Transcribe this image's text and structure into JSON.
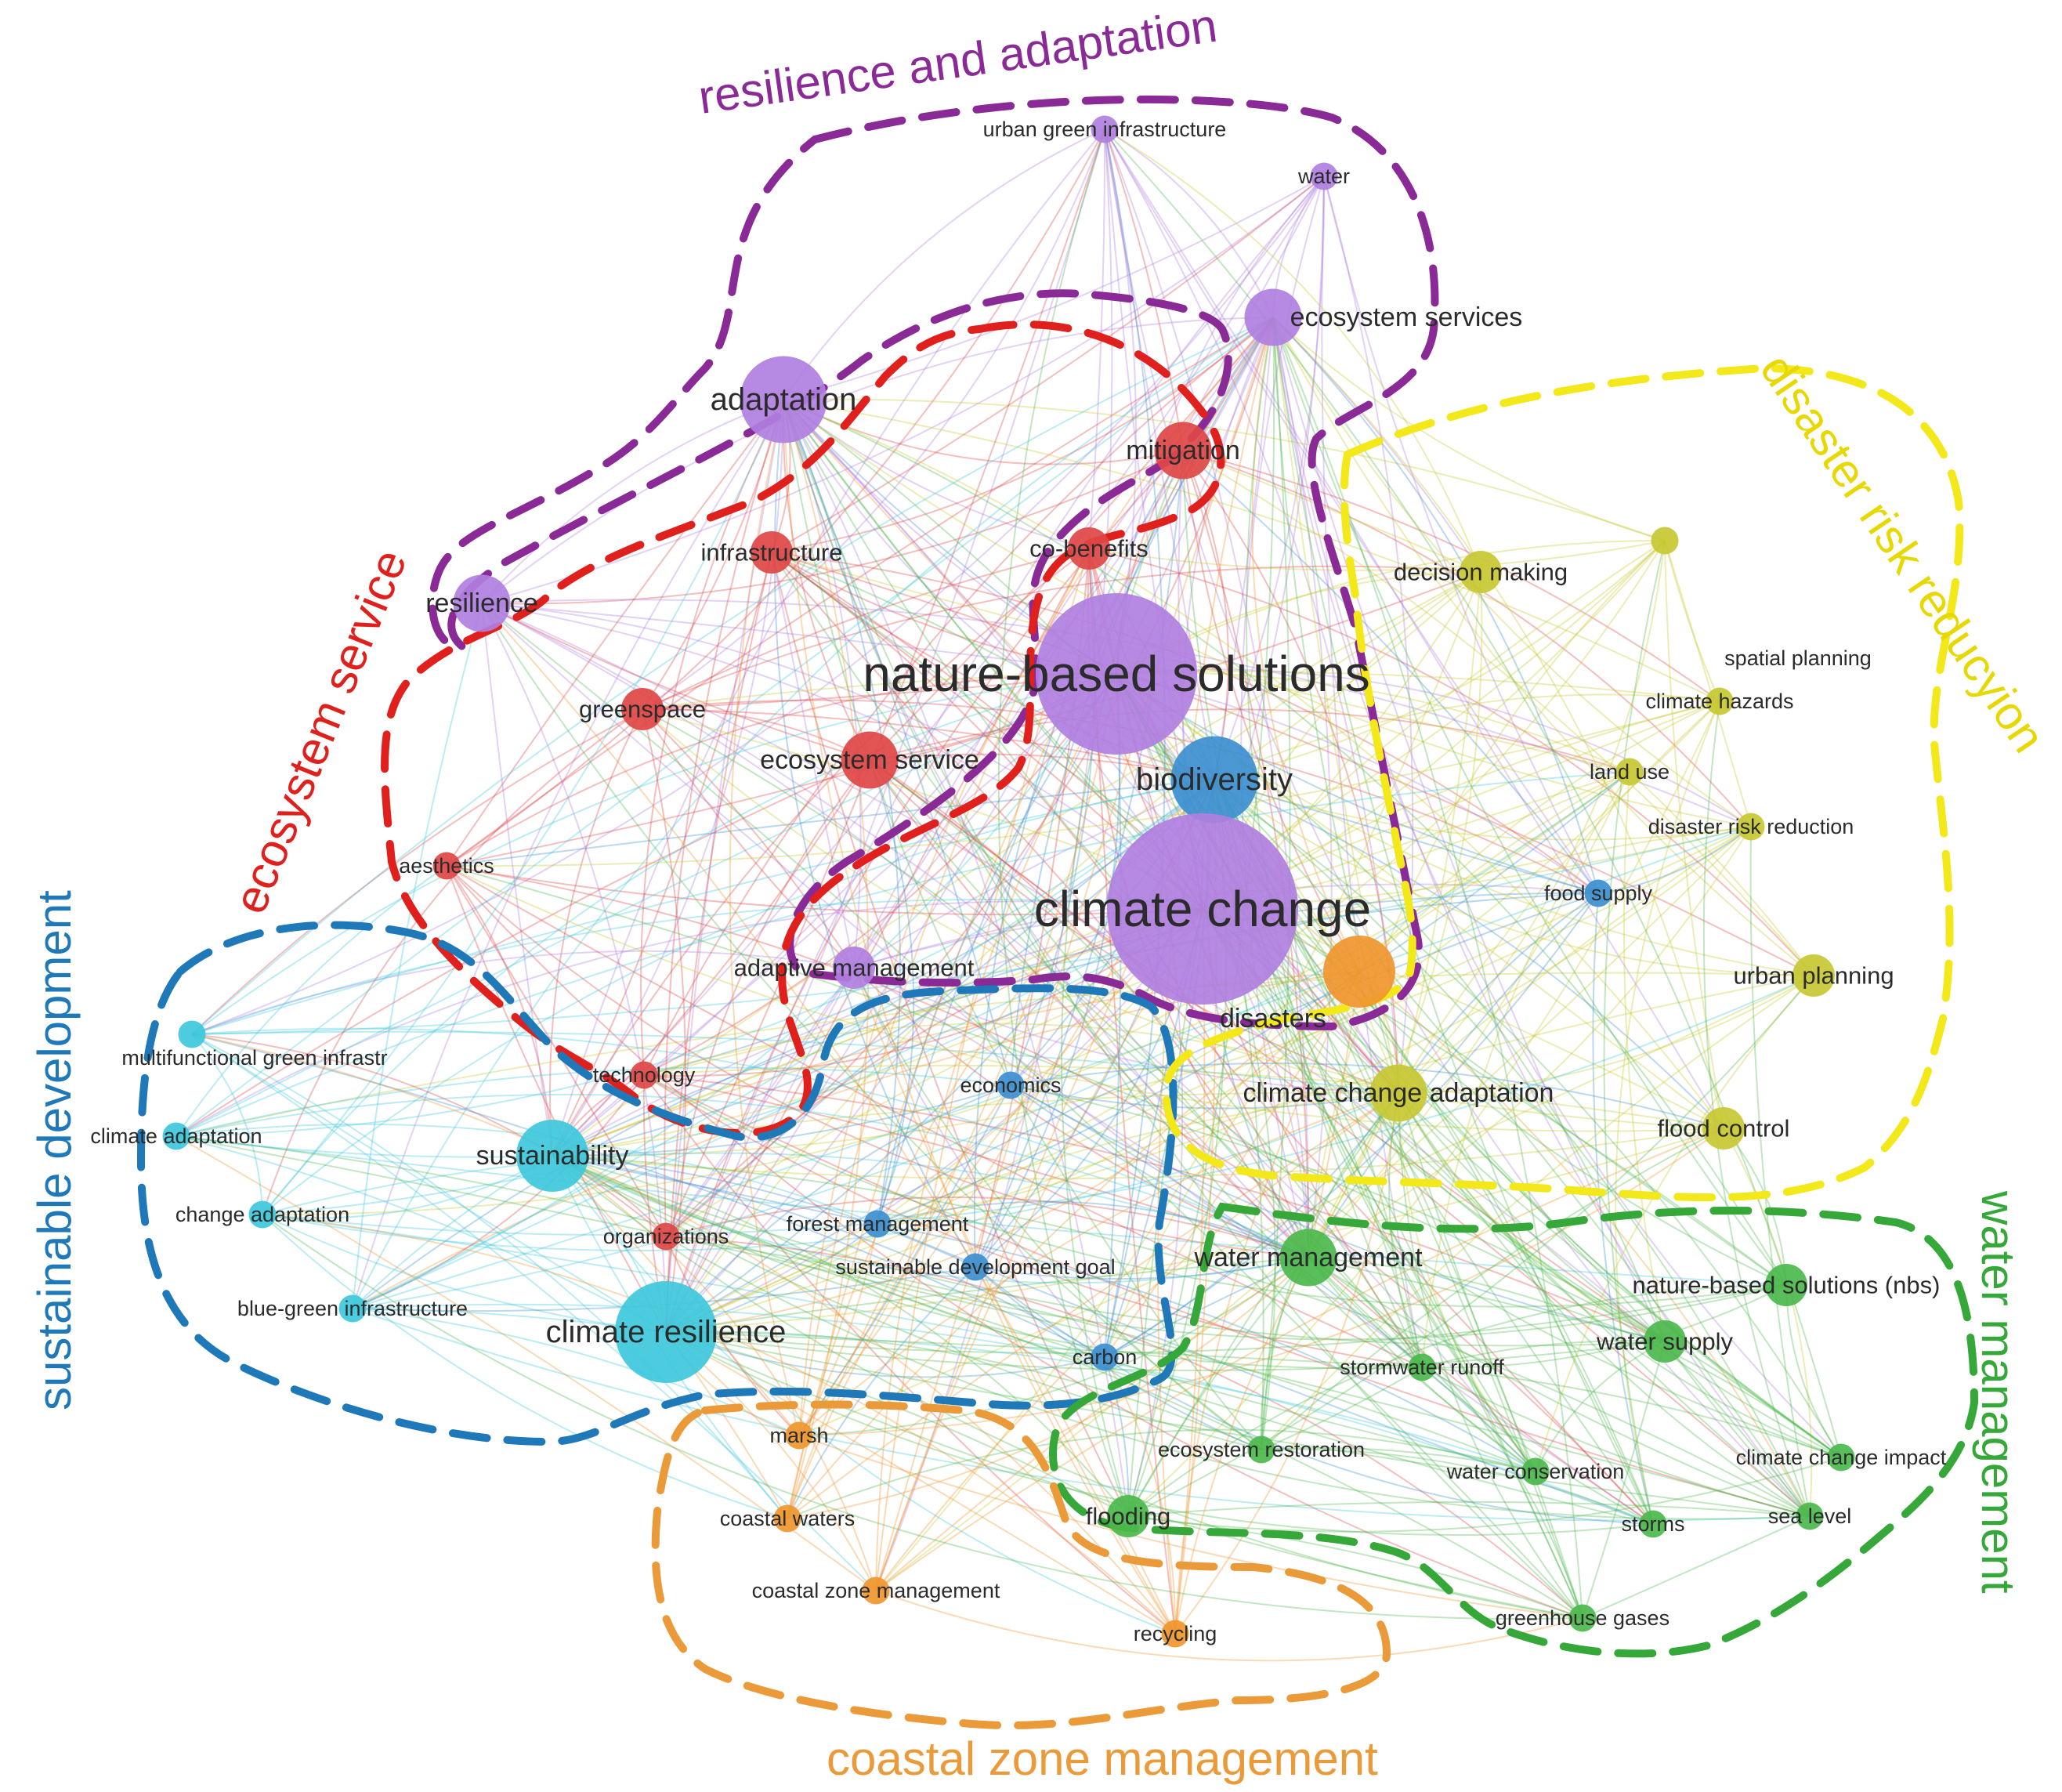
{
  "colors": {
    "purple": "#b07fe0",
    "red": "#e04646",
    "blue": "#3d8fd0",
    "cyan": "#3ec8dc",
    "yellow": "#c8c832",
    "green": "#4cb84c",
    "orange": "#f0962e",
    "dash_purple": "#8a2a96",
    "dash_red": "#e0201c",
    "dash_blue": "#1f78b8",
    "dash_yellow": "#f2e81a",
    "dash_green": "#36a83a",
    "dash_orange": "#eb9a3a"
  },
  "clusters": [
    {
      "id": "purple",
      "label": "resilience and adaptation"
    },
    {
      "id": "red",
      "label": "ecosystem service"
    },
    {
      "id": "yellow",
      "label": "disaster risk reducyion"
    },
    {
      "id": "blue",
      "label": "sustainable development"
    },
    {
      "id": "green",
      "label": "water management"
    },
    {
      "id": "orange",
      "label": "coastal zone management"
    }
  ],
  "nodes": [
    {
      "id": "urban_green_infrastructure",
      "label": "urban green infrastructure",
      "cluster": "purple",
      "weight": 1
    },
    {
      "id": "water",
      "label": "water",
      "cluster": "purple",
      "weight": 1
    },
    {
      "id": "ecosystem_services",
      "label": "ecosystem services",
      "cluster": "purple",
      "weight": 3
    },
    {
      "id": "adaptation",
      "label": "adaptation",
      "cluster": "purple",
      "weight": 5
    },
    {
      "id": "mitigation",
      "label": "mitigation",
      "cluster": "red",
      "weight": 3
    },
    {
      "id": "infrastructure",
      "label": "infrastructure",
      "cluster": "red",
      "weight": 2
    },
    {
      "id": "co_benefits",
      "label": "co-benefits",
      "cluster": "red",
      "weight": 2
    },
    {
      "id": "resilience",
      "label": "resilience",
      "cluster": "purple",
      "weight": 3
    },
    {
      "id": "nature_based_solutions",
      "label": "nature-based solutions",
      "cluster": "purple",
      "weight": 10
    },
    {
      "id": "greenspace",
      "label": "greenspace",
      "cluster": "red",
      "weight": 2
    },
    {
      "id": "ecosystem_service",
      "label": "ecosystem service",
      "cluster": "red",
      "weight": 3
    },
    {
      "id": "biodiversity",
      "label": "biodiversity",
      "cluster": "blue",
      "weight": 5
    },
    {
      "id": "aesthetics",
      "label": "aesthetics",
      "cluster": "red",
      "weight": 1
    },
    {
      "id": "climate_change",
      "label": "climate change",
      "cluster": "purple",
      "weight": 12
    },
    {
      "id": "adaptive_management",
      "label": "adaptive management",
      "cluster": "purple",
      "weight": 2
    },
    {
      "id": "disasters",
      "label": "disasters",
      "cluster": "orange",
      "weight": 4
    },
    {
      "id": "decision_making",
      "label": "decision making",
      "cluster": "yellow",
      "weight": 2
    },
    {
      "id": "spatial_planning",
      "label": "spatial planning",
      "cluster": "yellow",
      "weight": 1
    },
    {
      "id": "climate_hazards",
      "label": "climate hazards",
      "cluster": "yellow",
      "weight": 1
    },
    {
      "id": "land_use",
      "label": "land use",
      "cluster": "yellow",
      "weight": 1
    },
    {
      "id": "disaster_risk_reduction",
      "label": "disaster risk reduction",
      "cluster": "yellow",
      "weight": 1
    },
    {
      "id": "food_supply",
      "label": "food supply",
      "cluster": "blue",
      "weight": 1
    },
    {
      "id": "urban_planning",
      "label": "urban planning",
      "cluster": "yellow",
      "weight": 2
    },
    {
      "id": "multifunctional",
      "label": "multifunctional green infrastr",
      "cluster": "cyan",
      "weight": 1
    },
    {
      "id": "technology",
      "label": "technology",
      "cluster": "red",
      "weight": 1
    },
    {
      "id": "economics",
      "label": "economics",
      "cluster": "blue",
      "weight": 1
    },
    {
      "id": "climate_change_adaptation",
      "label": "climate change adaptation",
      "cluster": "yellow",
      "weight": 3
    },
    {
      "id": "climate_adaptation",
      "label": "climate adaptation",
      "cluster": "cyan",
      "weight": 1
    },
    {
      "id": "sustainability",
      "label": "sustainability",
      "cluster": "cyan",
      "weight": 4
    },
    {
      "id": "flood_control",
      "label": "flood control",
      "cluster": "yellow",
      "weight": 2
    },
    {
      "id": "change_adaptation",
      "label": "change adaptation",
      "cluster": "cyan",
      "weight": 1
    },
    {
      "id": "organizations",
      "label": "organizations",
      "cluster": "red",
      "weight": 1
    },
    {
      "id": "forest_management",
      "label": "forest management",
      "cluster": "blue",
      "weight": 1
    },
    {
      "id": "sustainable_development_goal",
      "label": "sustainable development goal",
      "cluster": "blue",
      "weight": 1
    },
    {
      "id": "water_management",
      "label": "water management",
      "cluster": "green",
      "weight": 3
    },
    {
      "id": "nbs",
      "label": "nature-based solutions (nbs)",
      "cluster": "green",
      "weight": 2
    },
    {
      "id": "blue_green",
      "label": "blue-green infrastructure",
      "cluster": "cyan",
      "weight": 1
    },
    {
      "id": "climate_resilience",
      "label": "climate resilience",
      "cluster": "cyan",
      "weight": 6
    },
    {
      "id": "water_supply",
      "label": "water supply",
      "cluster": "green",
      "weight": 2
    },
    {
      "id": "stormwater_runoff",
      "label": "stormwater runoff",
      "cluster": "green",
      "weight": 1
    },
    {
      "id": "carbon",
      "label": "carbon",
      "cluster": "blue",
      "weight": 1
    },
    {
      "id": "marsh",
      "label": "marsh",
      "cluster": "orange",
      "weight": 1
    },
    {
      "id": "ecosystem_restoration",
      "label": "ecosystem restoration",
      "cluster": "green",
      "weight": 1
    },
    {
      "id": "water_conservation",
      "label": "water conservation",
      "cluster": "green",
      "weight": 1
    },
    {
      "id": "climate_change_impact",
      "label": "climate change impact",
      "cluster": "green",
      "weight": 1
    },
    {
      "id": "coastal_waters",
      "label": "coastal waters",
      "cluster": "orange",
      "weight": 1
    },
    {
      "id": "flooding",
      "label": "flooding",
      "cluster": "green",
      "weight": 2
    },
    {
      "id": "storms",
      "label": "storms",
      "cluster": "green",
      "weight": 1
    },
    {
      "id": "sea_level",
      "label": "sea level",
      "cluster": "green",
      "weight": 1
    },
    {
      "id": "coastal_zone_management",
      "label": "coastal zone management",
      "cluster": "orange",
      "weight": 1
    },
    {
      "id": "recycling",
      "label": "recycling",
      "cluster": "orange",
      "weight": 1
    },
    {
      "id": "greenhouse_gases",
      "label": "greenhouse gases",
      "cluster": "green",
      "weight": 1
    }
  ]
}
